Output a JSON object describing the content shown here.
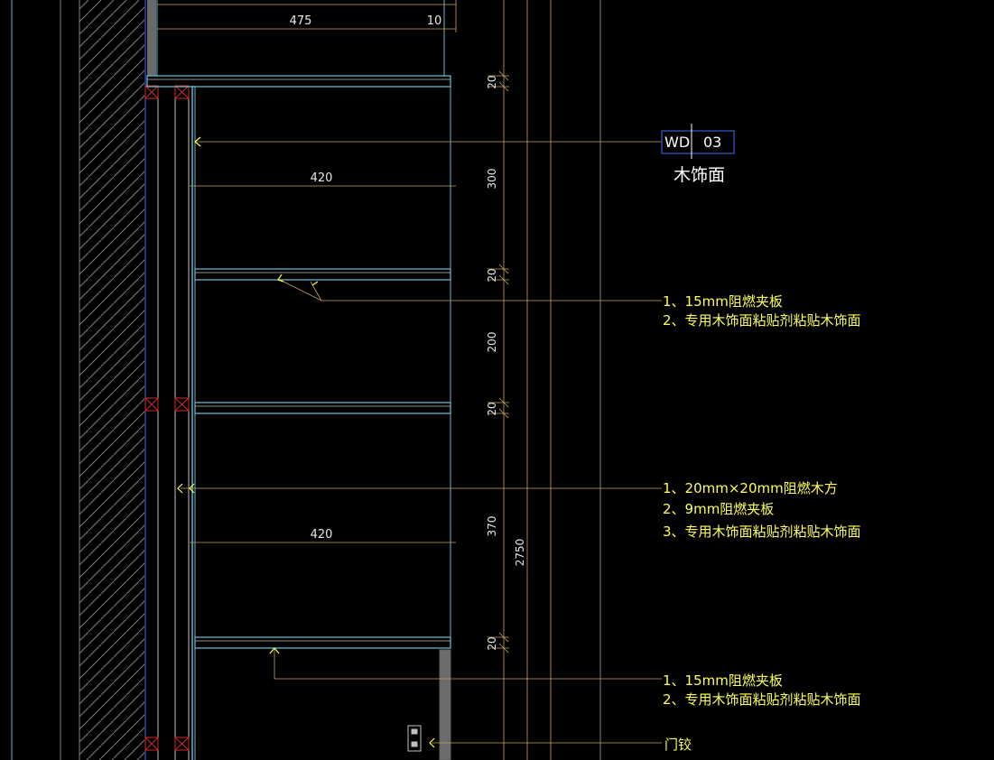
{
  "drawing": {
    "colors": {
      "background": "#000000",
      "dimension": "#c8a35a",
      "panel": "#5fb7c7",
      "wall": "#7f7f7f",
      "leader": "#c8a35a",
      "note_text": "#ffff55",
      "tag_box": "#2f5fd0",
      "cross": "#d12b2b",
      "hinge": "#bfbfbf"
    },
    "top_dims": {
      "width_label": "475",
      "gap_label": "10"
    },
    "horizontal_dims": [
      {
        "label": "420"
      },
      {
        "label": "420"
      }
    ],
    "vertical_dims": [
      {
        "label": "20"
      },
      {
        "label": "300"
      },
      {
        "label": "20"
      },
      {
        "label": "200"
      },
      {
        "label": "20"
      },
      {
        "label": "370"
      },
      {
        "label": "20"
      }
    ],
    "overall_height": "2750",
    "tag": {
      "code": "WD",
      "number": "03",
      "caption": "木饰面"
    },
    "notes": [
      {
        "lines": [
          "1、15mm阻燃夹板",
          "2、专用木饰面粘贴剂粘贴木饰面"
        ]
      },
      {
        "lines": [
          "1、20mm×20mm阻燃木方",
          "2、9mm阻燃夹板",
          "3、专用木饰面粘贴剂粘贴木饰面"
        ]
      },
      {
        "lines": [
          "1、15mm阻燃夹板",
          "2、专用木饰面粘贴剂粘贴木饰面"
        ]
      }
    ],
    "hinge_label": "门铰"
  }
}
